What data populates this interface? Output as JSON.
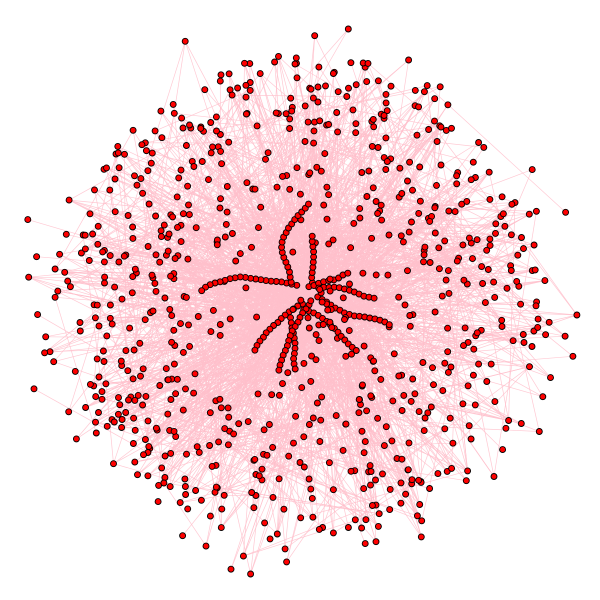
{
  "graph": {
    "layout": "force-directed",
    "node_count_approx": 900,
    "edge_density": "dense",
    "labels_visible": false,
    "dense_core_chains": 10
  },
  "style": {
    "background": "#ffffff",
    "node_fill": "#ff0000",
    "node_stroke": "#000000",
    "edge_color": "#ffc0cb"
  }
}
